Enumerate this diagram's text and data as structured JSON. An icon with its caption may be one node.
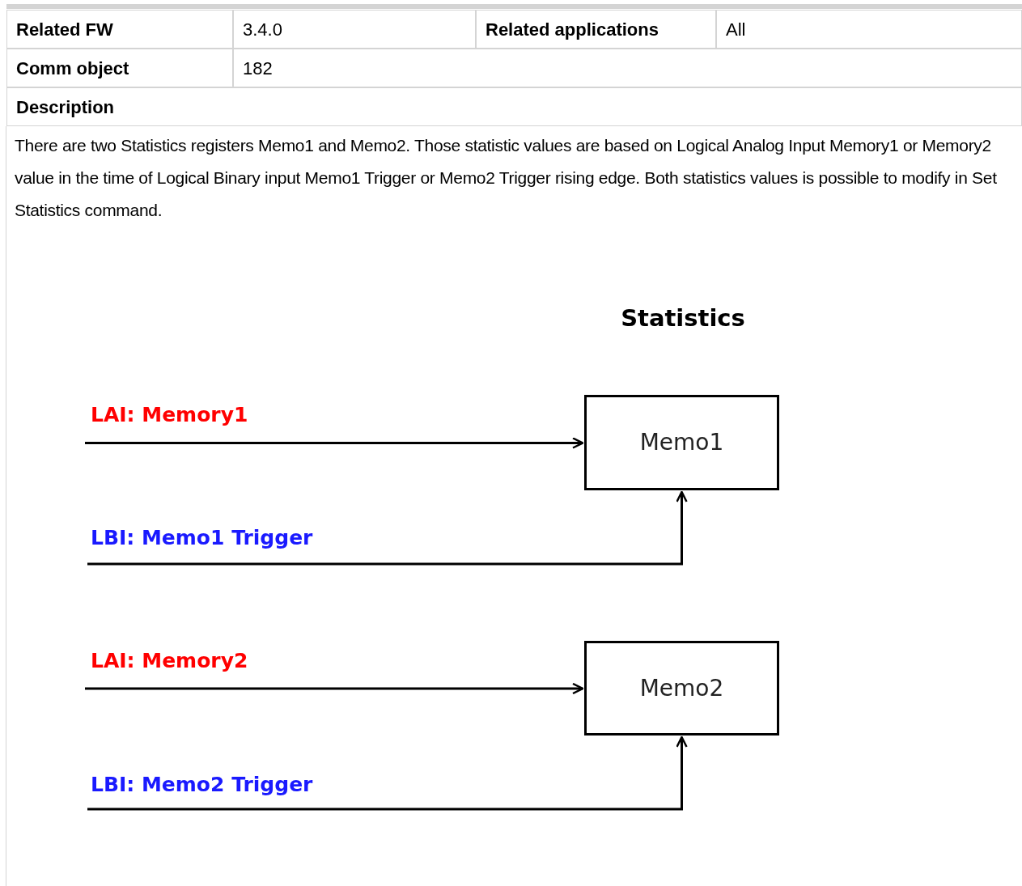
{
  "diagram": {
    "title": "Statistics",
    "nodes": [
      {
        "text": [
          "Memo1"
        ]
      },
      {
        "text": [
          "Memo2"
        ]
      }
    ],
    "edges": [
      {
        "from": null,
        "to": 0,
        "arrow": "to",
        "label": "LAI: Memory1"
      },
      {
        "from": null,
        "to": 0,
        "arrow": "to",
        "label": "LBI: Memo1 Trigger"
      },
      {
        "from": null,
        "to": 1,
        "arrow": "to",
        "label": "LAI: Memory2"
      },
      {
        "from": null,
        "to": 1,
        "arrow": "to",
        "label": "LBI: Memo2 Trigger"
      }
    ],
    "labels": [
      "Related FW",
      "3.4.0",
      "Related applications",
      "All",
      "Comm object",
      "182",
      "Description",
      "There are two Statistics registers Memo1 and Memo2. Those statistic values are based on Logical Analog Input Memory1 or Memory2 value in the time of Logical Binary input Memo1 Trigger or Memo2 Trigger rising edge. Both statistics values is possible to modify in Set Statistics command."
    ]
  }
}
